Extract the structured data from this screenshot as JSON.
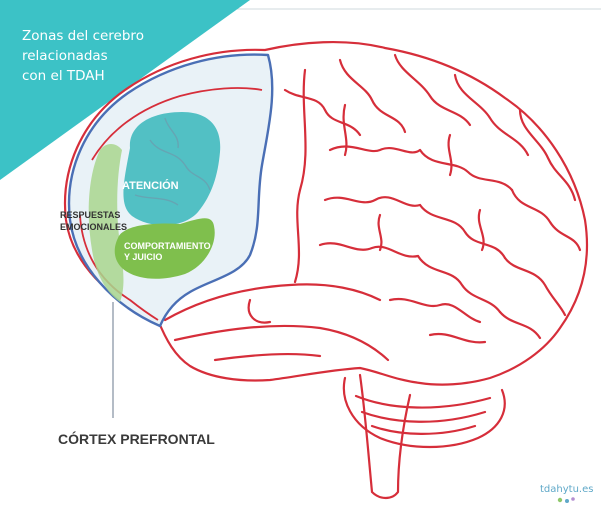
{
  "title": {
    "lines": [
      "Zonas del cerebro",
      "relacionadas",
      "con el TDAH"
    ]
  },
  "zones": {
    "attention": "ATENCIÓN",
    "behavior_line1": "COMPORTAMIENTO",
    "behavior_line2": "Y JUICIO",
    "emotional_line1": "RESPUESTAS",
    "emotional_line2": "EMOCIONALES"
  },
  "cortex_label": "CÓRTEX PREFRONTAL",
  "logo": {
    "text": "tdahytu.es"
  },
  "colors": {
    "banner": "#3cc2c6",
    "brain_outline": "#d62e3a",
    "prefrontal_outline": "#4a6fb5",
    "prefrontal_fill": "#e9f2f7",
    "attention_zone": "#52c0c4",
    "behavior_zone": "#7fbf4d",
    "emotional_zone": "#a9d68e",
    "connector_line": "#9aa6b2"
  }
}
